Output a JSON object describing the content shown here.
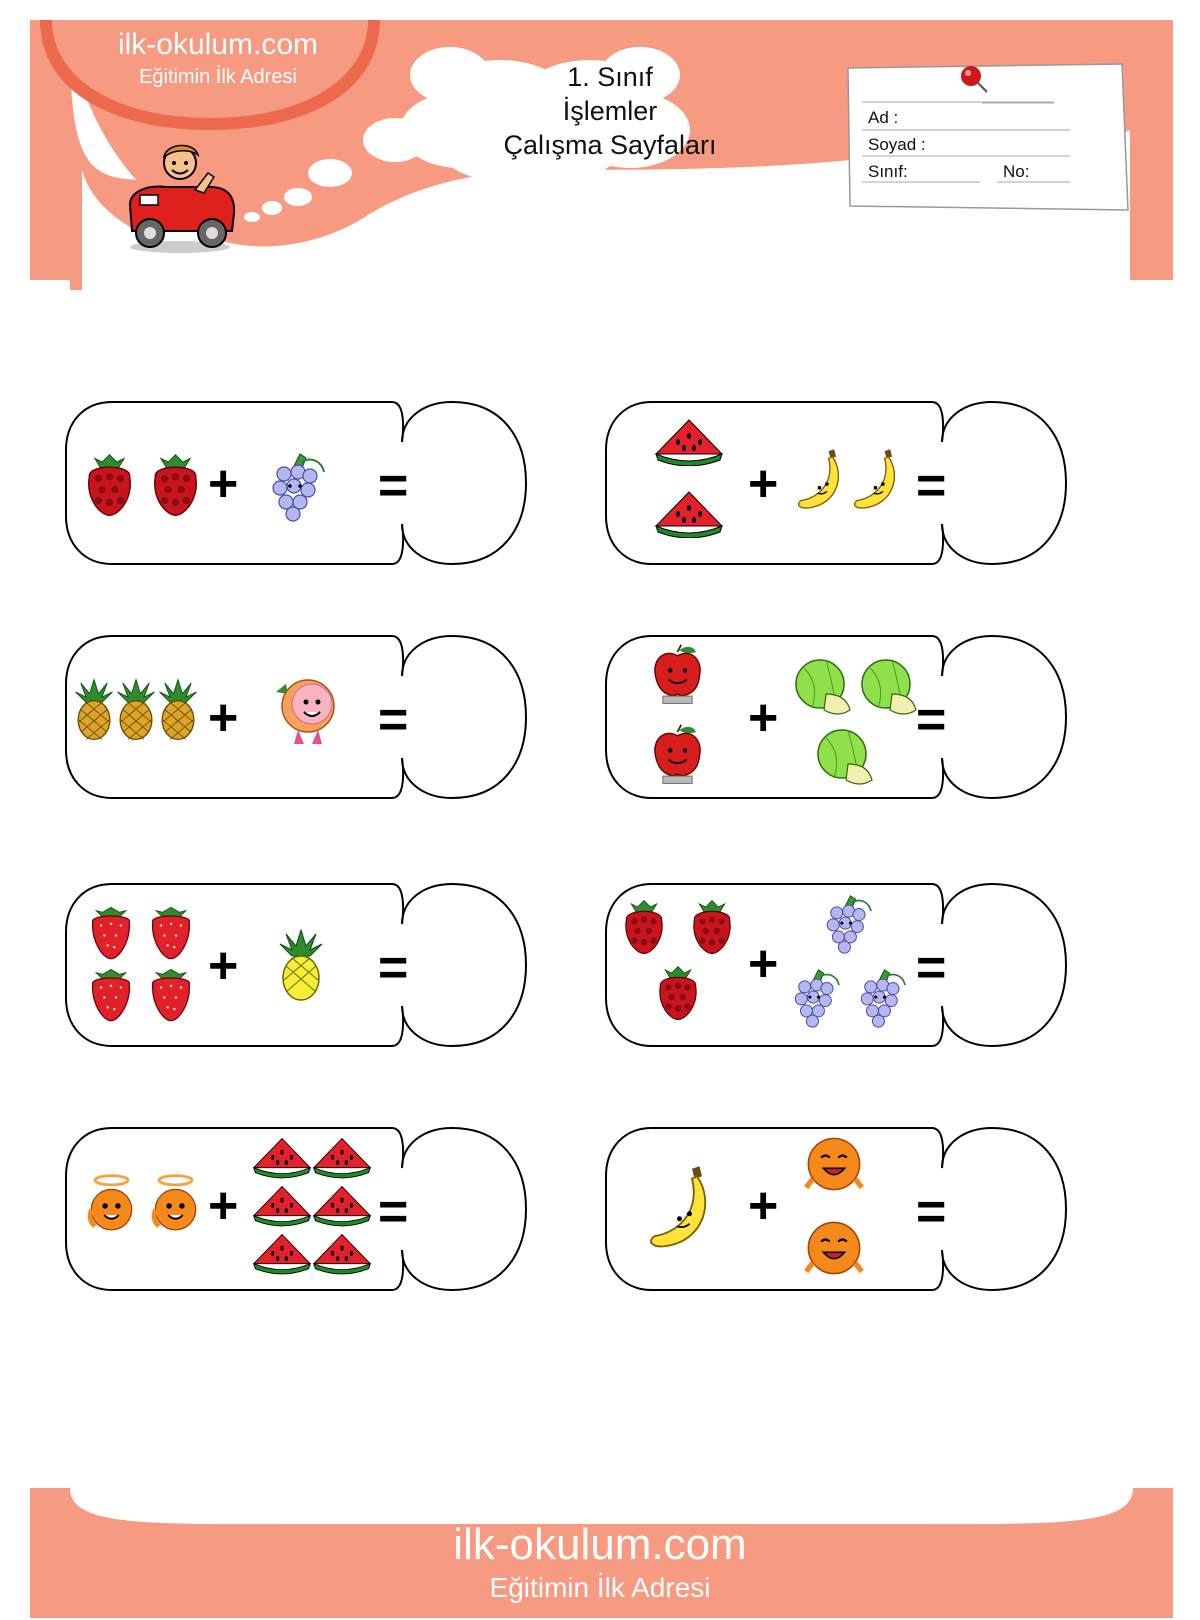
{
  "header": {
    "logo_main": "ilk-okulum.com",
    "logo_sub": "Eğitimin İlk Adresi",
    "title_line1": "1. Sınıf",
    "title_line2": "İşlemler",
    "title_line3": "Çalışma Sayfaları"
  },
  "form": {
    "name_label": "Ad :",
    "surname_label": "Soyad :",
    "class_label": "Sınıf:",
    "number_label": "No:"
  },
  "operators": {
    "plus": "+",
    "equals": "="
  },
  "footer": {
    "main": "ilk-okulum.com",
    "sub": "Eğitimin İlk Adresi"
  },
  "colors": {
    "accent": "#F79A82",
    "accent_dark": "#EE6A4E",
    "ink": "#000000"
  },
  "problems": [
    {
      "left": {
        "fruit": "raspberry-icon",
        "count": 2
      },
      "right": {
        "fruit": "grape-icon",
        "count": 1
      }
    },
    {
      "left": {
        "fruit": "watermelon-slice-icon",
        "count": 2
      },
      "right": {
        "fruit": "banana-icon",
        "count": 2
      }
    },
    {
      "left": {
        "fruit": "pineapple-icon",
        "count": 3
      },
      "right": {
        "fruit": "grapefruit-icon",
        "count": 1
      }
    },
    {
      "left": {
        "fruit": "apple-icon",
        "count": 2
      },
      "right": {
        "fruit": "green-melon-icon",
        "count": 3
      }
    },
    {
      "left": {
        "fruit": "strawberry-icon",
        "count": 4
      },
      "right": {
        "fruit": "pineapple-icon",
        "count": 1
      }
    },
    {
      "left": {
        "fruit": "raspberry-icon",
        "count": 3
      },
      "right": {
        "fruit": "grape-icon",
        "count": 3
      }
    },
    {
      "left": {
        "fruit": "orange-halo-icon",
        "count": 2
      },
      "right": {
        "fruit": "watermelon-slice-icon",
        "count": 6
      }
    },
    {
      "left": {
        "fruit": "banana-icon",
        "count": 1
      },
      "right": {
        "fruit": "orange-icon",
        "count": 2
      }
    }
  ]
}
